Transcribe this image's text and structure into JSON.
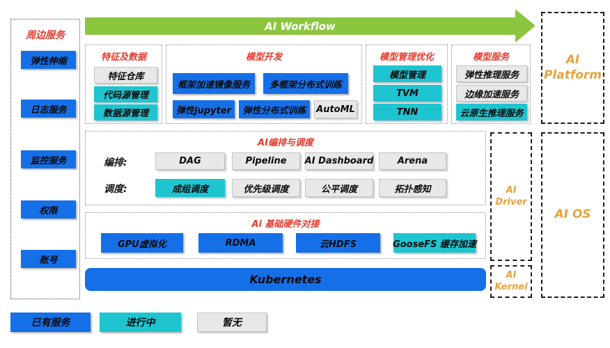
{
  "workflow": {
    "label": "AI Workflow"
  },
  "peripheral": {
    "title": "周边服务",
    "items": [
      {
        "label": "弹性伸缩",
        "status": "existing"
      },
      {
        "label": "日志服务",
        "status": "existing"
      },
      {
        "label": "监控服务",
        "status": "existing"
      },
      {
        "label": "权限",
        "status": "existing"
      },
      {
        "label": "账号",
        "status": "existing"
      }
    ]
  },
  "feature_data": {
    "title": "特征及数据",
    "items": [
      {
        "label": "特征仓库",
        "status": "none"
      },
      {
        "label": "代码源管理",
        "status": "in_progress"
      },
      {
        "label": "数据源管理",
        "status": "in_progress"
      }
    ]
  },
  "model_dev": {
    "title": "模型开发",
    "items": [
      {
        "label": "框架加速镜像服务",
        "status": "existing"
      },
      {
        "label": "多框架分布式训练",
        "status": "existing"
      },
      {
        "label": "弹性jupyter",
        "status": "existing"
      },
      {
        "label": "弹性分布式训练",
        "status": "existing"
      },
      {
        "label": "AutoML",
        "status": "none"
      }
    ]
  },
  "model_mgmt": {
    "title": "模型管理优化",
    "items": [
      {
        "label": "模型管理",
        "status": "in_progress"
      },
      {
        "label": "TVM",
        "status": "in_progress"
      },
      {
        "label": "TNN",
        "status": "in_progress"
      }
    ]
  },
  "model_serving": {
    "title": "模型服务",
    "items": [
      {
        "label": "弹性推理服务",
        "status": "none"
      },
      {
        "label": "边缘加速服务",
        "status": "none"
      },
      {
        "label": "云原生推理服务",
        "status": "in_progress"
      }
    ]
  },
  "orchestration": {
    "title": "AI编排与调度",
    "rows": [
      {
        "label": "编排:",
        "items": [
          {
            "label": "DAG",
            "status": "none"
          },
          {
            "label": "Pipeline",
            "status": "none"
          },
          {
            "label": "AI Dashboard",
            "status": "none"
          },
          {
            "label": "Arena",
            "status": "none"
          }
        ]
      },
      {
        "label": "调度:",
        "items": [
          {
            "label": "成组调度",
            "status": "in_progress"
          },
          {
            "label": "优先级调度",
            "status": "none"
          },
          {
            "label": "公平调度",
            "status": "none"
          },
          {
            "label": "拓扑感知",
            "status": "none"
          }
        ]
      }
    ]
  },
  "hardware": {
    "title": "Ai 基础硬件对接",
    "items": [
      {
        "label": "GPU虚拟化",
        "status": "existing"
      },
      {
        "label": "RDMA",
        "status": "existing"
      },
      {
        "label": "云HDFS",
        "status": "existing"
      },
      {
        "label": "GooseFS 缓存加速",
        "status": "in_progress"
      }
    ]
  },
  "kubernetes": {
    "label": "Kubernetes"
  },
  "right_panels": {
    "ai_platform": {
      "label": "AI Platform"
    },
    "ai_driver": {
      "label": "AI Driver"
    },
    "ai_kernel": {
      "label": "AI Kernel"
    },
    "ai_os": {
      "label": "AI OS"
    }
  },
  "legend": {
    "items": [
      {
        "label": "已有服务",
        "status": "existing"
      },
      {
        "label": "进行中",
        "status": "in_progress"
      },
      {
        "label": "暂无",
        "status": "none"
      }
    ]
  },
  "palette": {
    "existing_blue": "#1570e8",
    "in_progress_cyan": "#1ec5d1",
    "none_gray": "#e8e8e8",
    "workflow_green": "#8cc63f",
    "section_title_red": "#e23b2e",
    "panel_label_orange": "#e9a23c"
  }
}
